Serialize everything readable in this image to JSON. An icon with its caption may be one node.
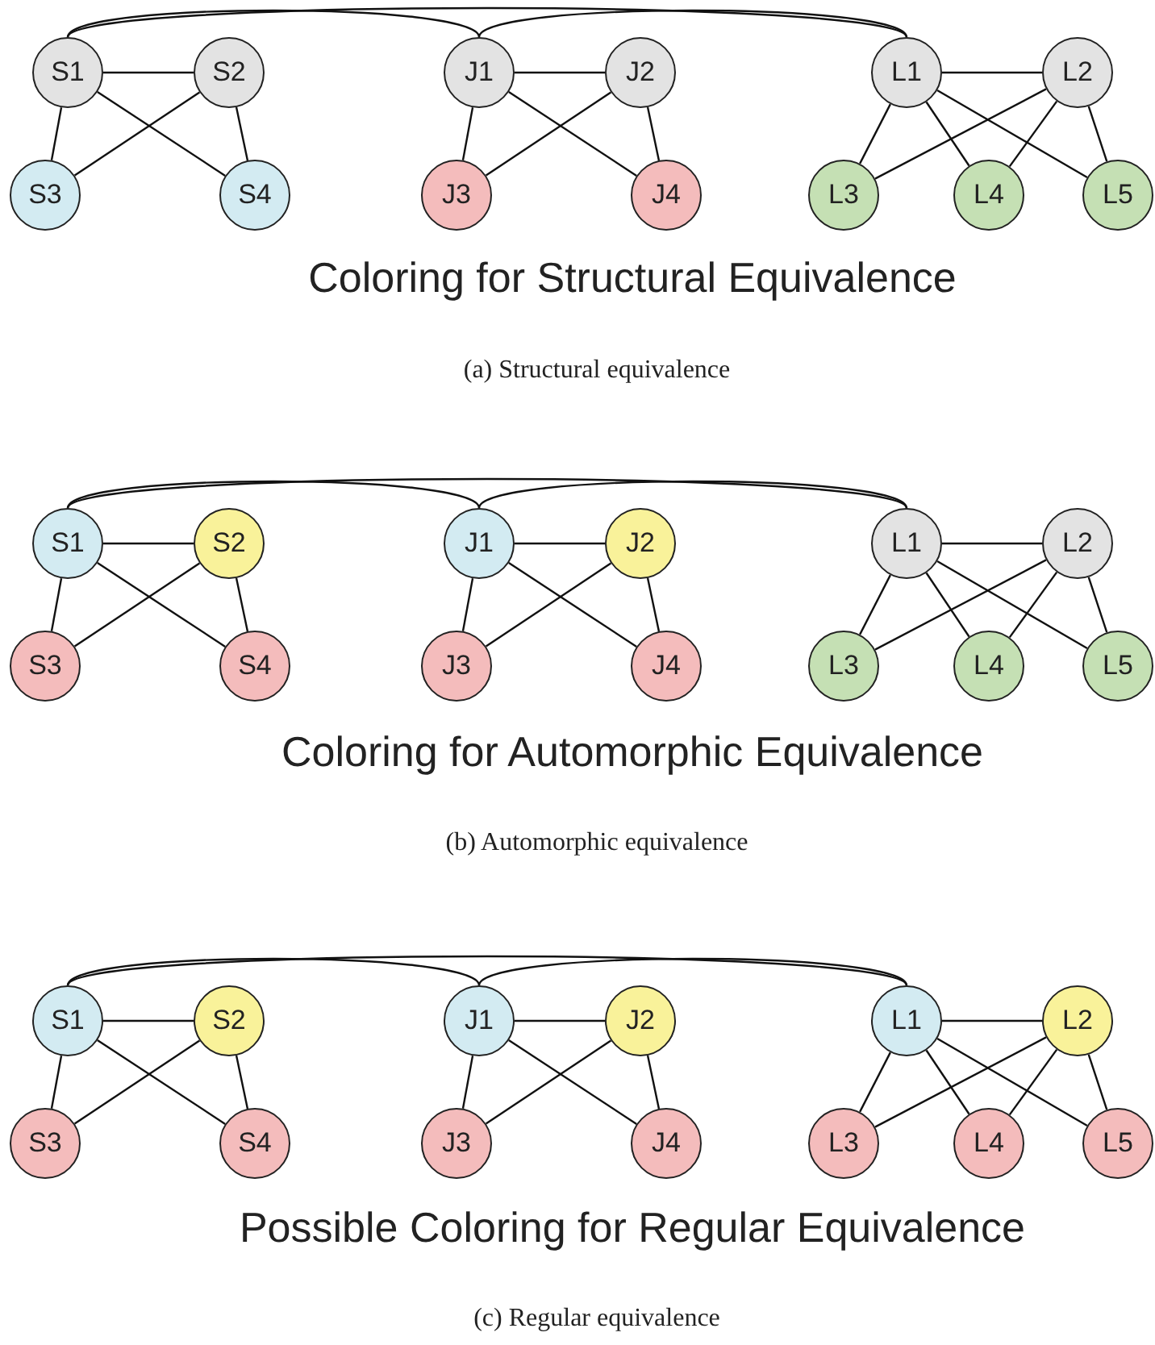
{
  "diagram": {
    "nodes": [
      {
        "text": [
          "S1"
        ]
      },
      {
        "text": [
          "S2"
        ]
      },
      {
        "text": [
          "J1"
        ]
      },
      {
        "text": [
          "J2"
        ]
      },
      {
        "text": [
          "L1"
        ]
      },
      {
        "text": [
          "L2"
        ]
      },
      {
        "text": [
          "S3"
        ]
      },
      {
        "text": [
          "S4"
        ]
      },
      {
        "text": [
          "J3"
        ]
      },
      {
        "text": [
          "J4"
        ]
      },
      {
        "text": [
          "L3"
        ]
      },
      {
        "text": [
          "L4"
        ]
      },
      {
        "text": [
          "L5"
        ]
      },
      {
        "text": [
          "S1"
        ]
      },
      {
        "text": [
          "S2"
        ]
      },
      {
        "text": [
          "J1"
        ]
      },
      {
        "text": [
          "J2"
        ]
      },
      {
        "text": [
          "L1"
        ]
      },
      {
        "text": [
          "L2"
        ]
      },
      {
        "text": [
          "S3"
        ]
      },
      {
        "text": [
          "S4"
        ]
      },
      {
        "text": [
          "J3"
        ]
      },
      {
        "text": [
          "J4"
        ]
      },
      {
        "text": [
          "L3"
        ]
      },
      {
        "text": [
          "L4"
        ]
      },
      {
        "text": [
          "L5"
        ]
      },
      {
        "text": [
          "S1"
        ]
      },
      {
        "text": [
          "S2"
        ]
      },
      {
        "text": [
          "J1"
        ]
      },
      {
        "text": [
          "J2"
        ]
      },
      {
        "text": [
          "L1"
        ]
      },
      {
        "text": [
          "L2"
        ]
      },
      {
        "text": [
          "S3"
        ]
      },
      {
        "text": [
          "S4"
        ]
      },
      {
        "text": [
          "J3"
        ]
      },
      {
        "text": [
          "J4"
        ]
      },
      {
        "text": [
          "L3"
        ]
      },
      {
        "text": [
          "L4"
        ]
      },
      {
        "text": [
          "L5"
        ]
      }
    ],
    "edges": [
      {
        "from": 0,
        "to": 2,
        "arrow": "none"
      },
      {
        "from": 0,
        "to": 4,
        "arrow": "none"
      },
      {
        "from": 2,
        "to": 4,
        "arrow": "none"
      },
      {
        "from": 0,
        "to": 1,
        "arrow": "none"
      },
      {
        "from": 0,
        "to": 6,
        "arrow": "none"
      },
      {
        "from": 0,
        "to": 7,
        "arrow": "none"
      },
      {
        "from": 1,
        "to": 6,
        "arrow": "none"
      },
      {
        "from": 1,
        "to": 7,
        "arrow": "none"
      },
      {
        "from": 2,
        "to": 3,
        "arrow": "none"
      },
      {
        "from": 2,
        "to": 8,
        "arrow": "none"
      },
      {
        "from": 2,
        "to": 9,
        "arrow": "none"
      },
      {
        "from": 3,
        "to": 8,
        "arrow": "none"
      },
      {
        "from": 3,
        "to": 9,
        "arrow": "none"
      },
      {
        "from": 4,
        "to": 5,
        "arrow": "none"
      },
      {
        "from": 4,
        "to": 10,
        "arrow": "none"
      },
      {
        "from": 4,
        "to": 11,
        "arrow": "none"
      },
      {
        "from": 4,
        "to": 12,
        "arrow": "none"
      },
      {
        "from": 5,
        "to": 10,
        "arrow": "none"
      },
      {
        "from": 5,
        "to": 11,
        "arrow": "none"
      },
      {
        "from": 5,
        "to": 12,
        "arrow": "none"
      },
      {
        "from": 13,
        "to": 15,
        "arrow": "none"
      },
      {
        "from": 13,
        "to": 17,
        "arrow": "none"
      },
      {
        "from": 15,
        "to": 17,
        "arrow": "none"
      },
      {
        "from": 13,
        "to": 14,
        "arrow": "none"
      },
      {
        "from": 13,
        "to": 19,
        "arrow": "none"
      },
      {
        "from": 13,
        "to": 20,
        "arrow": "none"
      },
      {
        "from": 14,
        "to": 19,
        "arrow": "none"
      },
      {
        "from": 14,
        "to": 20,
        "arrow": "none"
      },
      {
        "from": 15,
        "to": 16,
        "arrow": "none"
      },
      {
        "from": 15,
        "to": 21,
        "arrow": "none"
      },
      {
        "from": 15,
        "to": 22,
        "arrow": "none"
      },
      {
        "from": 16,
        "to": 21,
        "arrow": "none"
      },
      {
        "from": 16,
        "to": 22,
        "arrow": "none"
      },
      {
        "from": 17,
        "to": 18,
        "arrow": "none"
      },
      {
        "from": 17,
        "to": 23,
        "arrow": "none"
      },
      {
        "from": 17,
        "to": 24,
        "arrow": "none"
      },
      {
        "from": 17,
        "to": 25,
        "arrow": "none"
      },
      {
        "from": 18,
        "to": 23,
        "arrow": "none"
      },
      {
        "from": 18,
        "to": 24,
        "arrow": "none"
      },
      {
        "from": 18,
        "to": 25,
        "arrow": "none"
      },
      {
        "from": 26,
        "to": 28,
        "arrow": "none"
      },
      {
        "from": 26,
        "to": 30,
        "arrow": "none"
      },
      {
        "from": 28,
        "to": 30,
        "arrow": "none"
      },
      {
        "from": 26,
        "to": 27,
        "arrow": "none"
      },
      {
        "from": 26,
        "to": 32,
        "arrow": "none"
      },
      {
        "from": 26,
        "to": 33,
        "arrow": "none"
      },
      {
        "from": 27,
        "to": 32,
        "arrow": "none"
      },
      {
        "from": 27,
        "to": 33,
        "arrow": "none"
      },
      {
        "from": 28,
        "to": 29,
        "arrow": "none"
      },
      {
        "from": 28,
        "to": 34,
        "arrow": "none"
      },
      {
        "from": 28,
        "to": 35,
        "arrow": "none"
      },
      {
        "from": 29,
        "to": 34,
        "arrow": "none"
      },
      {
        "from": 29,
        "to": 35,
        "arrow": "none"
      },
      {
        "from": 30,
        "to": 31,
        "arrow": "none"
      },
      {
        "from": 30,
        "to": 36,
        "arrow": "none"
      },
      {
        "from": 30,
        "to": 37,
        "arrow": "none"
      },
      {
        "from": 30,
        "to": 38,
        "arrow": "none"
      },
      {
        "from": 31,
        "to": 36,
        "arrow": "none"
      },
      {
        "from": 31,
        "to": 37,
        "arrow": "none"
      },
      {
        "from": 31,
        "to": 38,
        "arrow": "none"
      }
    ],
    "labels": [
      "Coloring for Structural Equivalence",
      "(a) Structural equivalence",
      "Coloring for Automorphic Equivalence",
      "(b) Automorphic equivalence",
      "Possible Coloring for Regular Equivalence",
      "(c) Regular equivalence"
    ]
  }
}
